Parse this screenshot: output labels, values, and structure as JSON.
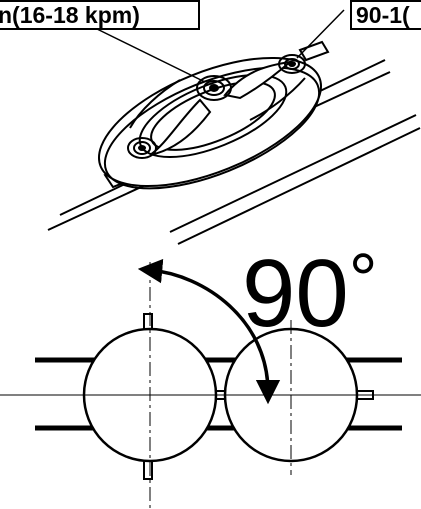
{
  "callouts": {
    "left": "n(16-18 kpm)",
    "right": "90-1("
  },
  "angle": {
    "value": "90",
    "unit": "°"
  },
  "colors": {
    "ink": "#000000",
    "paper": "#ffffff"
  }
}
